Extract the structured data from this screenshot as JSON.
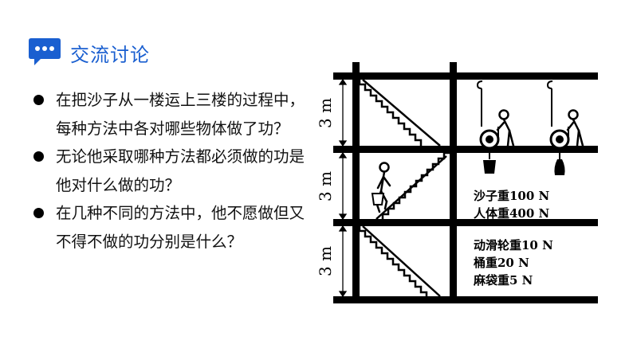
{
  "header": {
    "title": "交流讨论",
    "icon": "chat-bubble-icon",
    "accent_color": "#1a5fd0"
  },
  "questions": [
    "在把沙子从一楼运上三楼的过程中，每种方法中各对哪些物体做了功？",
    "无论他采取哪种方法都必须做的功是他对什么做的功？",
    "在几种不同的方法中，他不愿做但又不得不做的功分别是什么？"
  ],
  "figure": {
    "floor_height_labels": [
      "3 m",
      "3 m",
      "3 m"
    ],
    "info_upper": [
      "沙子重100 N",
      "人体重400 N"
    ],
    "info_lower": [
      "动滑轮重10 N",
      "桶重20 N",
      "麻袋重5 N"
    ]
  }
}
